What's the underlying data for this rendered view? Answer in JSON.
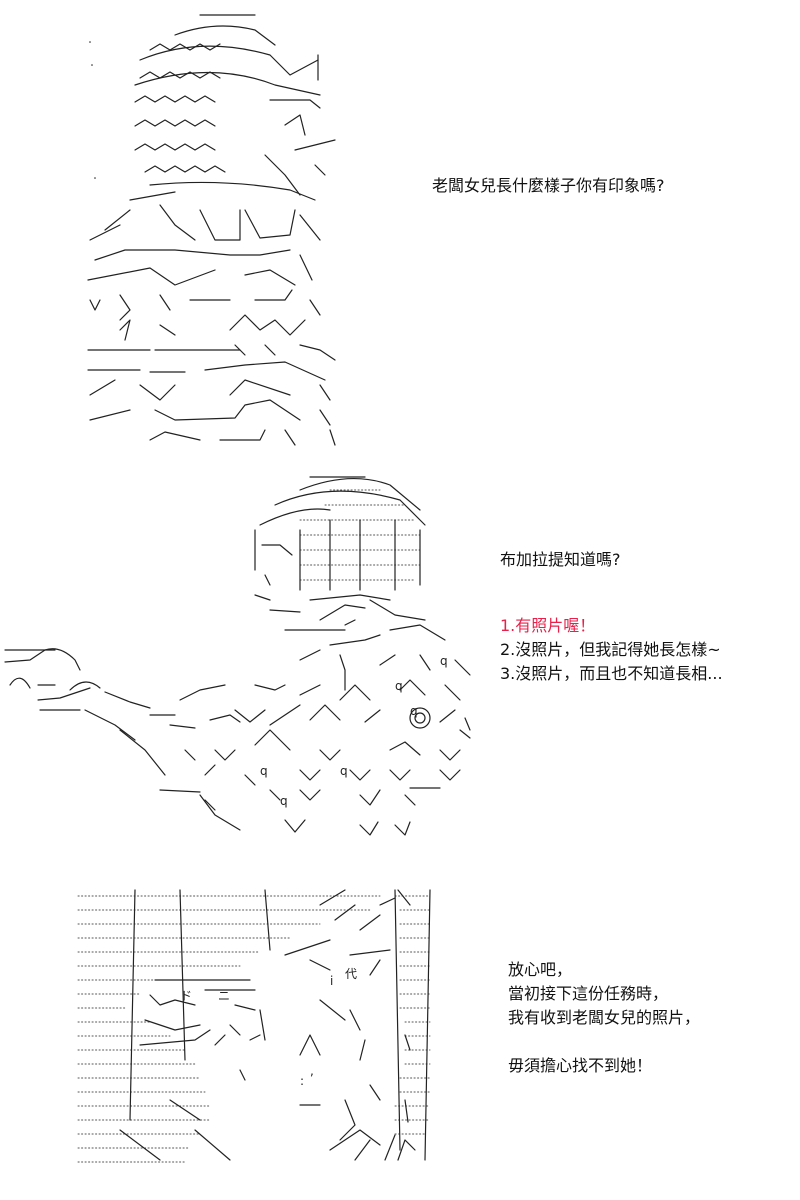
{
  "panel1": {
    "dialogue": "老闆女兒長什麼樣子你有印象嗎?"
  },
  "panel2": {
    "dialogue": "布加拉提知道嗎?",
    "choices": [
      {
        "label": "1.有照片喔！",
        "highlighted": true
      },
      {
        "label": "2.沒照片，但我記得她長怎樣~",
        "highlighted": false
      },
      {
        "label": "3.沒照片，而且也不知道長相...",
        "highlighted": false
      }
    ],
    "highlight_color": "#e8204a"
  },
  "panel3": {
    "dialogue_lines": [
      "放心吧，",
      "當初接下這份任務時，",
      "我有收到老闆女兒的照片，",
      "",
      "毋須擔心找不到她！"
    ]
  }
}
